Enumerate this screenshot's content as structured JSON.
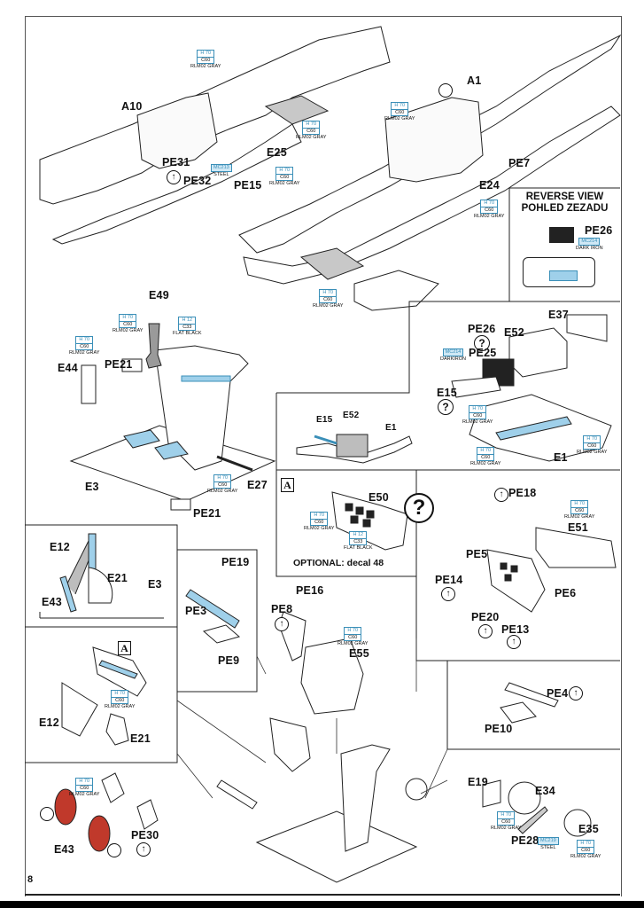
{
  "page": {
    "page_number": "8",
    "colors": {
      "paint_code_blue": "#3a8fb8",
      "highlight_blue": "#9fd0ea",
      "detail_red": "#c0392b",
      "part_gray": "#bdbdbd",
      "line": "#111111"
    }
  },
  "parts": {
    "A10": "A10",
    "A1": "A1",
    "PE31": "PE31",
    "PE32": "PE32",
    "PE15": "PE15",
    "E25": "E25",
    "PE7": "PE7",
    "E24": "E24",
    "E49": "E49",
    "E44": "E44",
    "PE21a": "PE21",
    "PE21b": "PE21",
    "E3": "E3",
    "E27": "E27",
    "PE26": "PE26",
    "PE26b": "PE26",
    "E52": "E52",
    "E37": "E37",
    "PE25": "PE25",
    "E15": "E15",
    "E1": "E1",
    "E15s": "E15",
    "E52s": "E52",
    "E1s": "E1",
    "E1b": "E1",
    "E50": "E50",
    "PE18": "PE18",
    "E51": "E51",
    "PE5": "PE5",
    "PE14": "PE14",
    "PE6": "PE6",
    "PE20": "PE20",
    "PE13": "PE13",
    "E12": "E12",
    "E21": "E21",
    "E3b": "E3",
    "E43": "E43",
    "PE19": "PE19",
    "PE3": "PE3",
    "PE9": "PE9",
    "PE16": "PE16",
    "PE8": "PE8",
    "E55": "E55",
    "E12b": "E12",
    "E21b": "E21",
    "PE4": "PE4",
    "PE10": "PE10",
    "E43b": "E43",
    "PE30": "PE30",
    "E19": "E19",
    "E34": "E34",
    "E35": "E35",
    "PE28": "PE28"
  },
  "paints": {
    "rlm02": {
      "code": "H 70",
      "code2": "C60",
      "name": "RLM02 GRAY"
    },
    "flat_black": {
      "code": "H 12",
      "code2": "C33",
      "name": "FLAT BLACK"
    },
    "steel": {
      "code": "MC213",
      "name": "STEEL"
    },
    "dark_iron": {
      "code": "MC214",
      "name": "DARK IRON"
    },
    "dark_iron_alt": {
      "code": "MC214",
      "name": "DARKIRON"
    },
    "steel_pe28": {
      "code": "MC219",
      "name": "STEEL"
    }
  },
  "panels": {
    "reverse_view": {
      "title_en": "REVERSE VIEW",
      "title_cz": "POHLED ZEZADU"
    },
    "optional": {
      "box_letter": "A",
      "text": "OPTIONAL: decal 48"
    },
    "box_letter_A2": "A"
  },
  "symbols": {
    "question": "?",
    "bend_arrow": "↑"
  }
}
